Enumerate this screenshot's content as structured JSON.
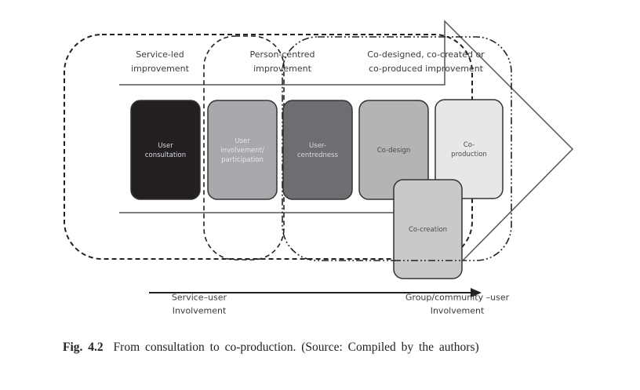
{
  "diagram": {
    "zones": [
      {
        "id": "service-led",
        "label_lines": [
          "Service-led",
          "improvement"
        ],
        "border_style": "dashed"
      },
      {
        "id": "person-centred",
        "label_lines": [
          "Person-centred",
          "improvement"
        ],
        "border_style": "dashed"
      },
      {
        "id": "co-designed",
        "label_lines": [
          "Co-designed, co-created or",
          "co-produced improvement"
        ],
        "border_style": "dash-dot-dot"
      }
    ],
    "stages": [
      {
        "id": "user-consultation",
        "lines": [
          "User",
          "consultation"
        ],
        "fill": "#231f20",
        "text_color": "#d8d8e8"
      },
      {
        "id": "user-involvement",
        "lines": [
          "User",
          "involvement/",
          "participation"
        ],
        "fill": "#a7a9ac",
        "text_color": "#e6e6ee"
      },
      {
        "id": "user-centredness",
        "lines": [
          "User-",
          "centredness"
        ],
        "fill": "#6d6e71",
        "text_color": "#d8d8e8"
      },
      {
        "id": "co-design",
        "lines": [
          "Co-design"
        ],
        "fill": "#b3b4b6",
        "text_color": "#4a4a4a"
      },
      {
        "id": "co-production",
        "lines": [
          "Co-",
          "production"
        ],
        "fill": "#e6e7e8",
        "text_color": "#4a4a4a"
      },
      {
        "id": "co-creation",
        "lines": [
          "Co-creation"
        ],
        "fill": "#c8c9cb",
        "text_color": "#4a4a4a"
      }
    ],
    "axis": {
      "left_label_lines": [
        "Service–user",
        "Involvement"
      ],
      "right_label_lines": [
        "Group/community –user",
        "Involvement"
      ]
    }
  },
  "caption": {
    "figure_number": "Fig. 4.2",
    "text": "From consultation to co-production. (Source: Compiled by the authors)"
  }
}
